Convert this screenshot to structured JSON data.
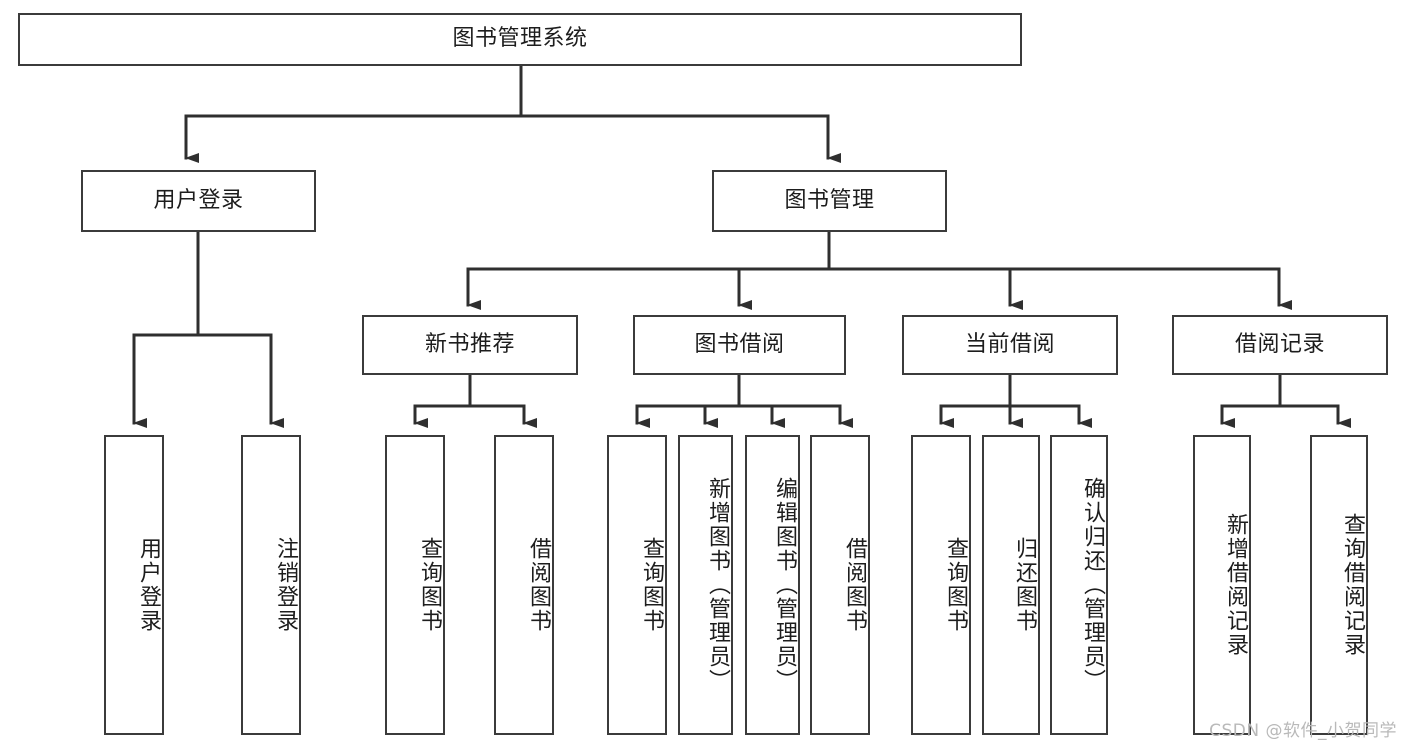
{
  "diagram": {
    "title": "图书管理系统",
    "type": "tree-hierarchy-diagram",
    "colors": {
      "box_border": "#3b3b3b",
      "box_fill": "#ffffff",
      "connector": "#2f2f2f",
      "text": "#1d1d1d",
      "watermark": "#b9b9b9",
      "background": "#ffffff"
    },
    "root": {
      "label": "图书管理系统"
    },
    "level2": [
      {
        "label": "用户登录"
      },
      {
        "label": "图书管理"
      }
    ],
    "level3": [
      {
        "label": "新书推荐"
      },
      {
        "label": "图书借阅"
      },
      {
        "label": "当前借阅"
      },
      {
        "label": "借阅记录"
      }
    ],
    "leaves": {
      "user_login": [
        {
          "label": "用户登录"
        },
        {
          "label": "注销登录"
        }
      ],
      "new_book_recommend": [
        {
          "label": "查询图书"
        },
        {
          "label": "借阅图书"
        }
      ],
      "book_borrow": [
        {
          "label": "查询图书"
        },
        {
          "label": "新增图书（管理员）"
        },
        {
          "label": "编辑图书（管理员）"
        },
        {
          "label": "借阅图书"
        }
      ],
      "current_borrow": [
        {
          "label": "查询图书"
        },
        {
          "label": "归还图书"
        },
        {
          "label": "确认归还（管理员）"
        }
      ],
      "borrow_record": [
        {
          "label": "新增借阅记录"
        },
        {
          "label": "查询借阅记录"
        }
      ]
    }
  },
  "watermark": {
    "text": "CSDN @软件_小贺同学"
  }
}
